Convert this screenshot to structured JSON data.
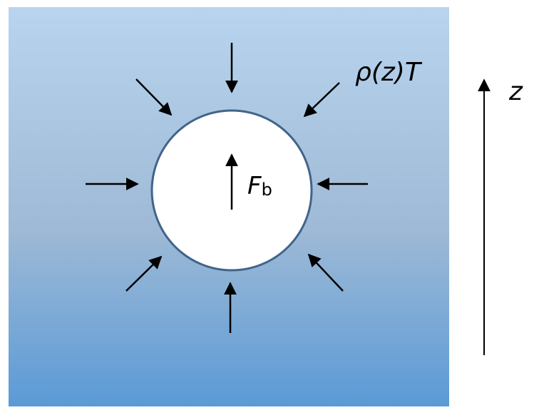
{
  "labels": {
    "pressure": "ρ(z)T",
    "force_main": "F",
    "force_sub": "b",
    "axis": "z"
  },
  "colors": {
    "fluid_top": "#b8d4ee",
    "fluid_middle": "#9fbad6",
    "fluid_bottom": "#5b9ad6",
    "bubble_fill": "#ffffff",
    "bubble_stroke": "#41648a",
    "arrow": "#000000"
  },
  "icons": {
    "pressure_arrows": "arrow-icon",
    "buoyant_force": "arrow-up-icon",
    "axis": "arrow-up-icon"
  }
}
